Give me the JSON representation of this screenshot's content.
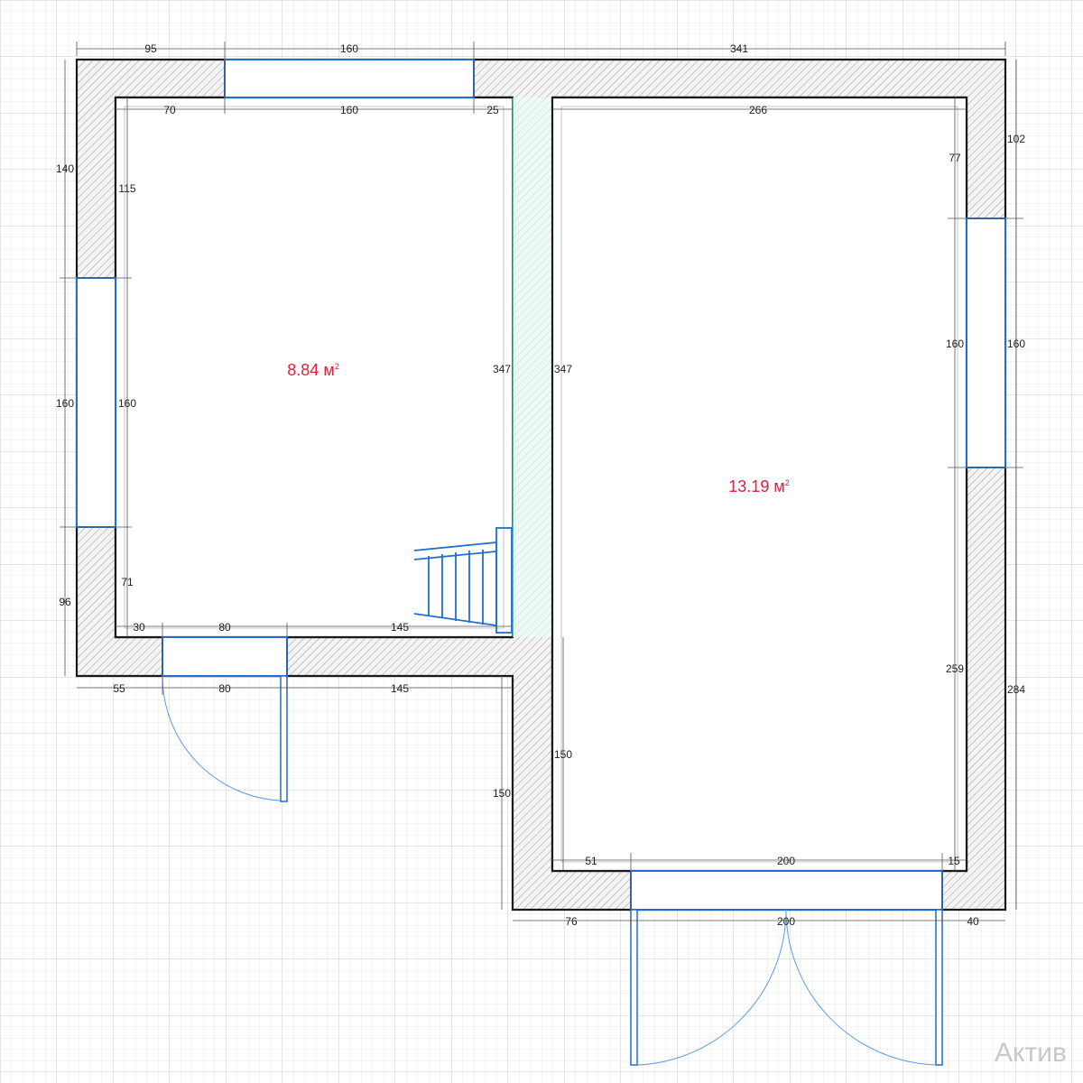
{
  "rooms": [
    {
      "id": "left",
      "area": "8.84 м",
      "sup": "2"
    },
    {
      "id": "right",
      "area": "13.19 м",
      "sup": "2"
    }
  ],
  "dims": {
    "top_95": "95",
    "top_160": "160",
    "top_341": "341",
    "inner_70": "70",
    "inner_160": "160",
    "inner_25": "25",
    "inner_266": "266",
    "right_102": "102",
    "right_77": "77",
    "right_160_in": "160",
    "right_160_out": "160",
    "right_259": "259",
    "right_284": "284",
    "left_140": "140",
    "left_115": "115",
    "left_160_out": "160",
    "left_160_in": "160",
    "left_96": "96",
    "left_71": "71",
    "part_347_l": "347",
    "part_347_r": "347",
    "bot_30": "30",
    "bot_80_in": "80",
    "bot_145_in": "145",
    "bot_55": "55",
    "bot_80_out": "80",
    "bot_145_out": "145",
    "mid_150_in": "150",
    "mid_150_out": "150",
    "low_51": "51",
    "low_200_in": "200",
    "low_15": "15",
    "low_76": "76",
    "low_200_out": "200",
    "low_40": "40"
  },
  "watermark": "Актив"
}
